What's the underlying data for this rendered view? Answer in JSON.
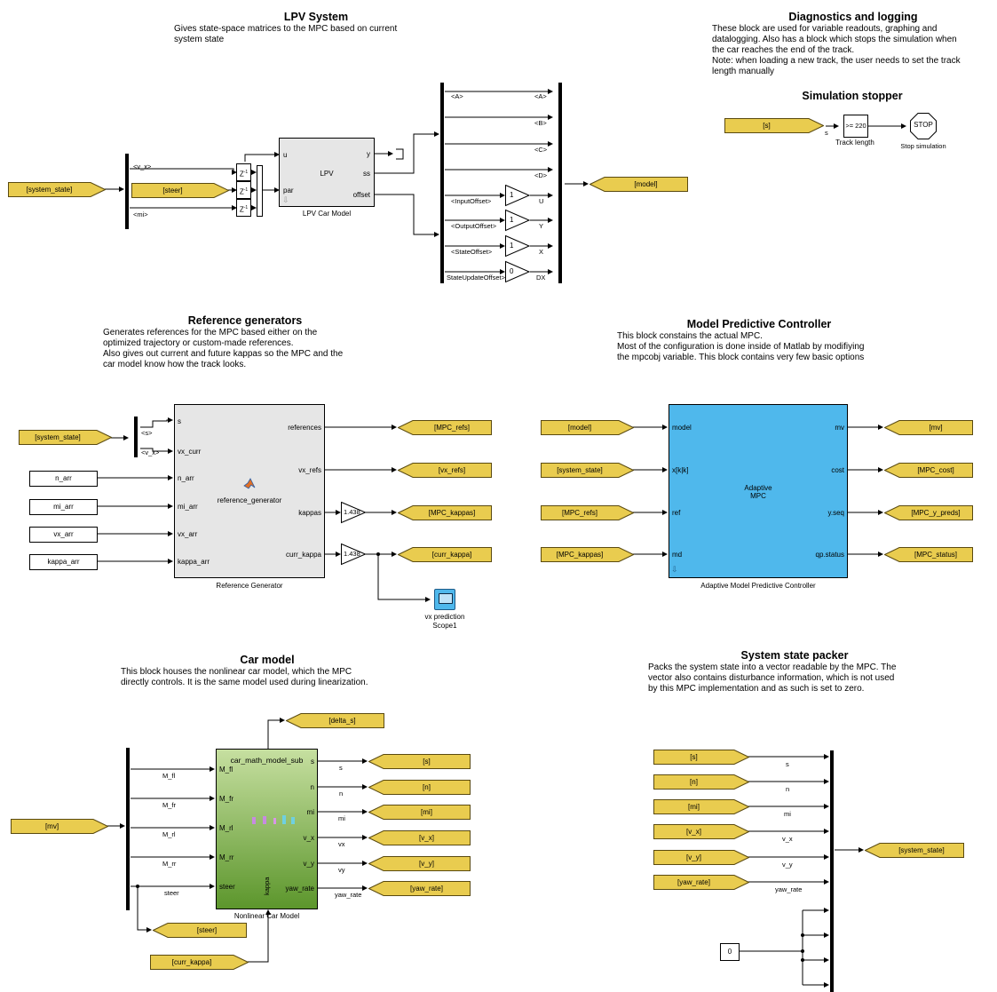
{
  "sections": {
    "lpv": {
      "title": "LPV System",
      "desc": [
        "Gives state-space matrices to the MPC based on current",
        "system state"
      ]
    },
    "diag": {
      "title": "Diagnostics and logging",
      "desc": [
        "These block are used for variable readouts, graphing and",
        "datalogging. Also has a block which stops the simulation when",
        "the car reaches the end of the track.",
        "Note: when loading a new track, the user needs to set the track",
        "length manually"
      ]
    },
    "stopper": {
      "title": "Simulation stopper"
    },
    "ref": {
      "title": "Reference generators",
      "desc": [
        "Generates references for the MPC based either on the",
        "optimized trajectory or custom-made references.",
        "Also gives out current and future kappas so the MPC and the",
        "car model know how the track looks."
      ]
    },
    "mpc": {
      "title": "Model Predictive Controller",
      "desc": [
        "This block constains the actual MPC.",
        "Most of the configuration is done inside of Matlab by modifiying",
        "the mpcobj variable. This block contains very few basic options"
      ]
    },
    "car": {
      "title": "Car model",
      "desc": [
        "This block houses the nonlinear car model, which the MPC",
        "directly controls. It is the same model used during linearization."
      ]
    },
    "packer": {
      "title": "System state packer",
      "desc": [
        "Packs the system state into a vector readable by the MPC. The",
        "vector also contains disturbance information, which is not used",
        "by this MPC implementation and as such is set to zero."
      ]
    }
  },
  "lpv": {
    "from_system_state": "[system_state]",
    "from_steer": "[steer]",
    "sig_vx": "<v_x>",
    "sig_mi": "<mi>",
    "delay_label": "Z",
    "delay_exp": "-1",
    "block_name": "LPV",
    "block_caption": "LPV Car Model",
    "port_u": "u",
    "port_par": "par",
    "port_y": "y",
    "port_ss": "ss",
    "port_offset": "offset",
    "sig_A": "<A>",
    "sig_B": "<B>",
    "sig_C": "<C>",
    "sig_D": "<D>",
    "sig_A_out": "<A>",
    "sig_B_out": "<B>",
    "sig_C_out": "<C>",
    "sig_D_out": "<D>",
    "sig_input_offset": "<InputOffset>",
    "sig_output_offset": "<OutputOffset>",
    "sig_state_offset": "<StateOffset>",
    "sig_state_update_offset": "StateUpdateOffset>",
    "gain_U": "1",
    "gain_Y": "1",
    "gain_X": "1",
    "gain_DX": "0",
    "out_U": "U",
    "out_Y": "Y",
    "out_X": "X",
    "out_DX": "DX",
    "goto_model": "[model]"
  },
  "stopper": {
    "from_s": "[s]",
    "sig_s": "s",
    "compare": ">= 220",
    "compare_caption": "Track length",
    "stop_label": "STOP",
    "stop_caption": "Stop simulation"
  },
  "ref": {
    "from_system_state": "[system_state]",
    "sig_s": "<s>",
    "sig_vx": "<v_x>",
    "const_n_arr": "n_arr",
    "const_mi_arr": "mi_arr",
    "const_vx_arr": "vx_arr",
    "const_kappa_arr": "kappa_arr",
    "in_ports": [
      "s",
      "vx_curr",
      "n_arr",
      "mi_arr",
      "vx_arr",
      "kappa_arr"
    ],
    "out_ports": [
      "references",
      "vx_refs",
      "kappas",
      "curr_kappa"
    ],
    "center_label": "reference_generator",
    "caption": "Reference Generator",
    "gain_kappas": "1.438",
    "gain_curr": "1.438",
    "goto_refs": "[MPC_refs]",
    "goto_vx_refs": "[vx_refs]",
    "goto_kappas": "[MPC_kappas]",
    "goto_curr_kappa": "[curr_kappa]",
    "scope_caption_1": "vx prediction",
    "scope_caption_2": "Scope1"
  },
  "mpc": {
    "from_model": "[model]",
    "from_system_state": "[system_state]",
    "from_refs": "[MPC_refs]",
    "from_kappas": "[MPC_kappas]",
    "in_ports": [
      "model",
      "x[k|k]",
      "ref",
      "md"
    ],
    "out_ports": [
      "mv",
      "cost",
      "y.seq",
      "qp.status"
    ],
    "center_1": "Adaptive",
    "center_2": "MPC",
    "caption": "Adaptive Model Predictive Controller",
    "goto_mv": "[mv]",
    "goto_cost": "[MPC_cost]",
    "goto_y_preds": "[MPC_y_preds]",
    "goto_status": "[MPC_status]",
    "color_block": "#4fb8ec"
  },
  "car": {
    "from_mv": "[mv]",
    "sig_M_fl": "M_fl",
    "sig_M_fr": "M_fr",
    "sig_M_rl": "M_rl",
    "sig_M_rr": "M_rr",
    "sig_steer": "steer",
    "block_top_label": "car_math_model_sub",
    "in_ports": [
      "M_fl",
      "M_fr",
      "M_rl",
      "M_rr",
      "steer"
    ],
    "out_ports": [
      "s",
      "n",
      "mi",
      "v_x",
      "v_y",
      "yaw_rate"
    ],
    "port_kappa": "kappa",
    "caption": "Nonlinear Car Model",
    "out_sig_labels": [
      "s",
      "n",
      "mi",
      "vx",
      "vy",
      "yaw_rate"
    ],
    "goto_delta_s": "[delta_s]",
    "goto_s": "[s]",
    "goto_n": "[n]",
    "goto_mi": "[mi]",
    "goto_vx": "[v_x]",
    "goto_vy": "[v_y]",
    "goto_yaw_rate": "[yaw_rate]",
    "goto_steer": "[steer]",
    "from_curr_kappa": "[curr_kappa]",
    "color_top": "#c6dfa0",
    "color_bottom": "#5c962c"
  },
  "packer": {
    "from_s": "[s]",
    "from_n": "[n]",
    "from_mi": "[mi]",
    "from_vx": "[v_x]",
    "from_vy": "[v_y]",
    "from_yaw_rate": "[yaw_rate]",
    "sig_labels": [
      "s",
      "n",
      "mi",
      "v_x",
      "v_y",
      "yaw_rate"
    ],
    "zero_const": "0",
    "goto_system_state": "[system_state]"
  },
  "colors": {
    "tag_fill": "#e9cc4f",
    "tag_stroke": "#5a4a10",
    "gray_block": "#e6e6e6"
  }
}
